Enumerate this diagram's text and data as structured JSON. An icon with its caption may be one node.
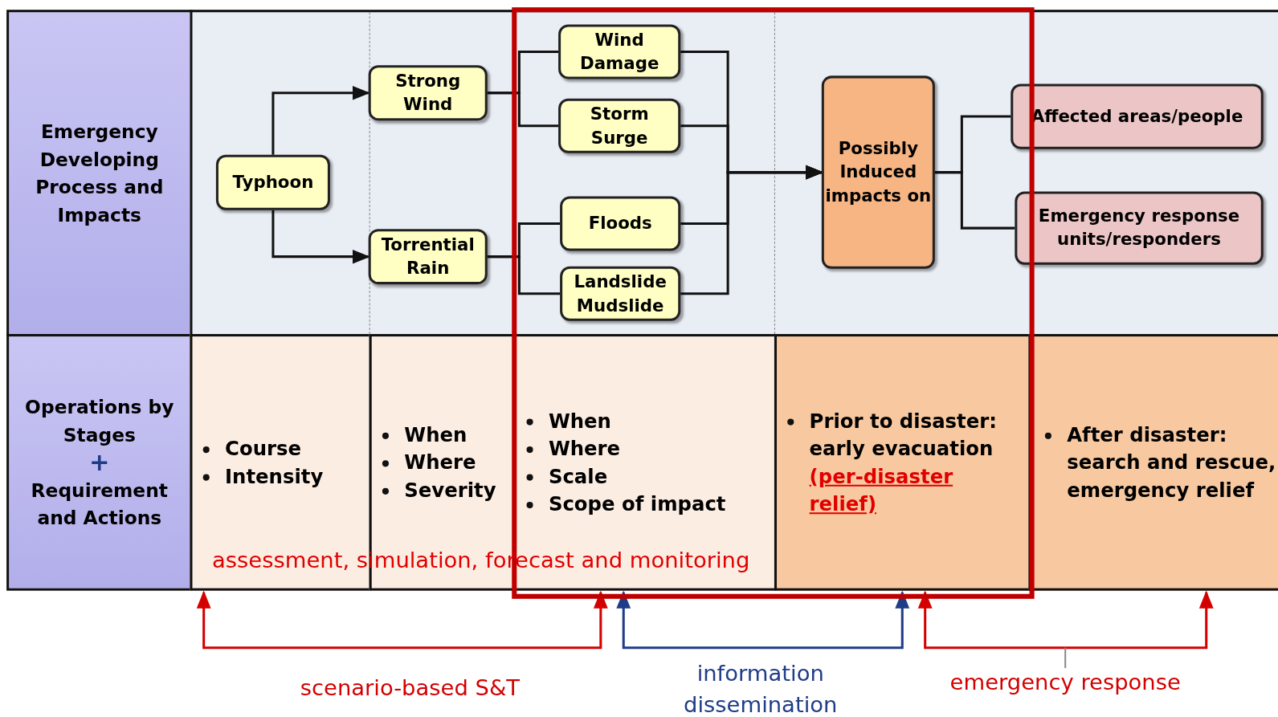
{
  "diagram": {
    "nodes": [
      {
        "text": [
          "Emergency Developing Process and Impacts"
        ]
      },
      {
        "text": [
          "Typhoon"
        ]
      },
      {
        "text": [
          "Strong Wind"
        ]
      },
      {
        "text": [
          "Torrential Rain"
        ]
      },
      {
        "text": [
          "Wind Damage"
        ]
      },
      {
        "text": [
          "Storm Surge"
        ]
      },
      {
        "text": [
          "Floods"
        ]
      },
      {
        "text": [
          "Landslide Mudslide"
        ]
      },
      {
        "text": [
          "Possibly Induced impacts on"
        ]
      },
      {
        "text": [
          "Affected areas/people"
        ]
      },
      {
        "text": [
          "Emergency response units/responders"
        ]
      },
      {
        "text": [
          "Operations by Stages",
          "+",
          "Requirement and Actions"
        ]
      },
      {
        "text": [
          "Course",
          "Intensity"
        ]
      },
      {
        "text": [
          "When",
          "Where",
          "Severity"
        ]
      },
      {
        "text": [
          "When",
          "Where",
          "Scale",
          "Scope of impact"
        ]
      },
      {
        "text": [
          "Prior to disaster: early evacuation",
          "(per-disaster relief)"
        ]
      },
      {
        "text": [
          "After disaster: search and rescue, emergency relief"
        ]
      }
    ],
    "edges": [
      {
        "from": 1,
        "to": 2,
        "arrow": "to"
      },
      {
        "from": 1,
        "to": 3,
        "arrow": "to"
      },
      {
        "from": 2,
        "to": 4,
        "arrow": "none"
      },
      {
        "from": 2,
        "to": 5,
        "arrow": "none"
      },
      {
        "from": 3,
        "to": 6,
        "arrow": "none"
      },
      {
        "from": 3,
        "to": 7,
        "arrow": "none"
      },
      {
        "from": 4,
        "to": 8,
        "arrow": "to"
      },
      {
        "from": 5,
        "to": 8,
        "arrow": "to"
      },
      {
        "from": 6,
        "to": 8,
        "arrow": "to"
      },
      {
        "from": 7,
        "to": 8,
        "arrow": "to"
      },
      {
        "from": 8,
        "to": 9,
        "arrow": "none"
      },
      {
        "from": 8,
        "to": 10,
        "arrow": "none"
      },
      {
        "from": 12,
        "to": 14,
        "arrow": "both",
        "label": "scenario-based S&T",
        "color": "#d40000"
      },
      {
        "from": 14,
        "to": 15,
        "arrow": "both",
        "label": "information dissemination",
        "color": "#1f3c88"
      },
      {
        "from": 15,
        "to": 16,
        "arrow": "both",
        "label": "emergency response",
        "color": "#d40000"
      }
    ],
    "labels": [
      "assessment, simulation, forecast and monitoring"
    ]
  }
}
